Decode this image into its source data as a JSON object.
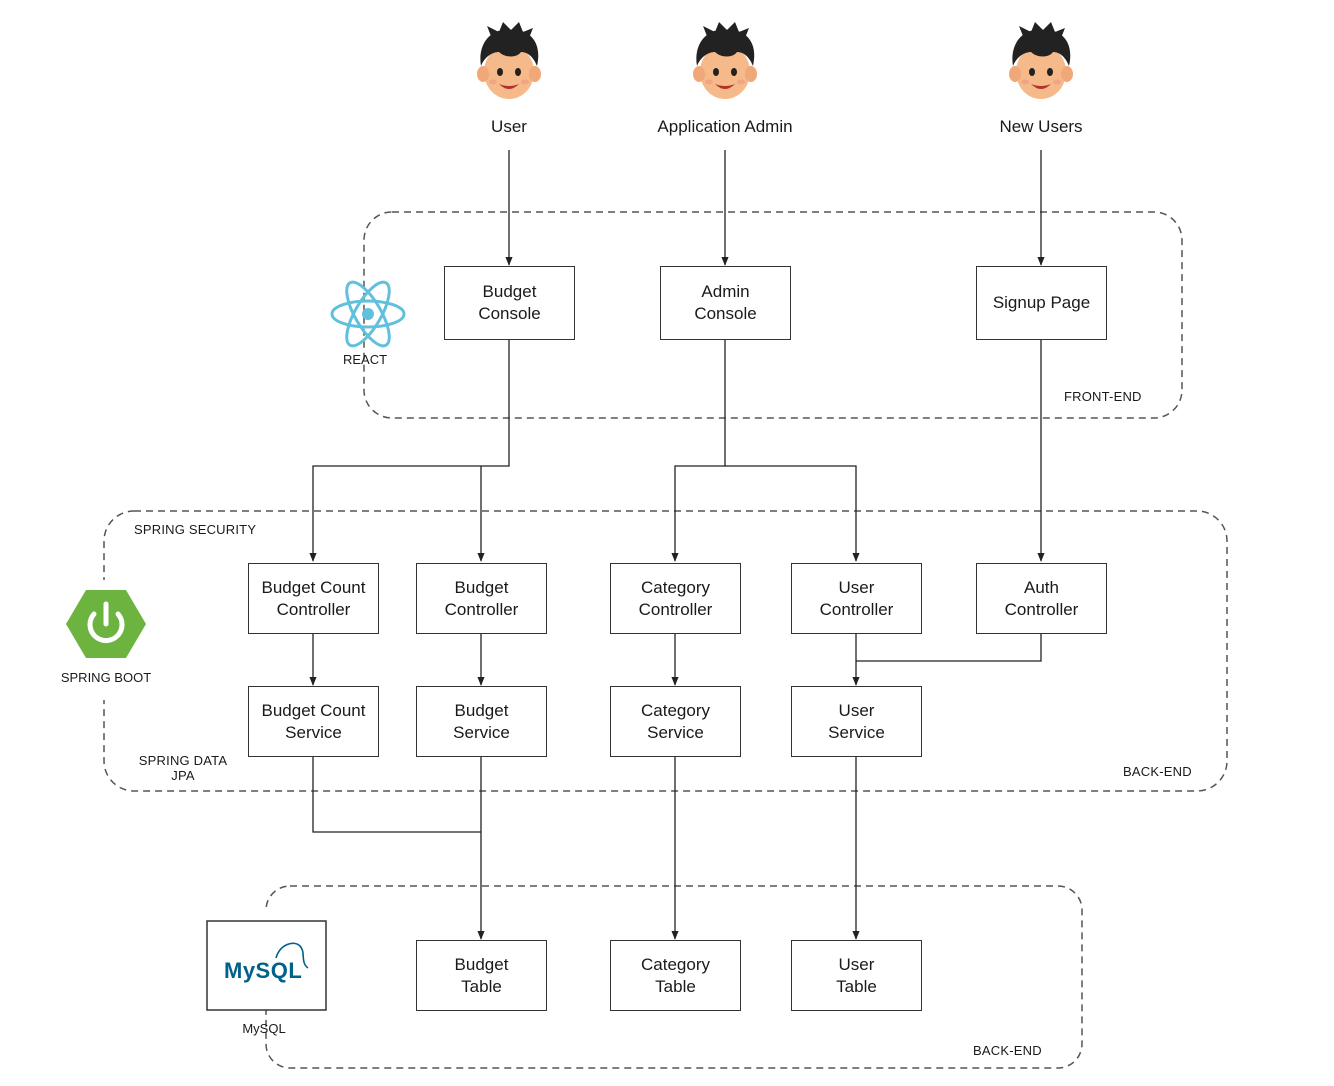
{
  "actors": {
    "user": "User",
    "admin": "Application Admin",
    "new_users": "New Users"
  },
  "groups": {
    "frontend": "FRONT-END",
    "backend": "BACK-END",
    "database": "BACK-END",
    "spring_security": "SPRING SECURITY",
    "spring_data_jpa": "SPRING DATA\nJPA"
  },
  "logos": {
    "react": "REACT",
    "spring_boot": "SPRING BOOT",
    "mysql": "MySQL",
    "mysql_wordmark": "MySQL"
  },
  "nodes": {
    "budget_console": "Budget\nConsole",
    "admin_console": "Admin\nConsole",
    "signup_page": "Signup Page",
    "budget_count_controller": "Budget Count\nController",
    "budget_controller": "Budget\nController",
    "category_controller": "Category\nController",
    "user_controller": "User\nController",
    "auth_controller": "Auth\nController",
    "budget_count_service": "Budget Count\nService",
    "budget_service": "Budget\nService",
    "category_service": "Category\nService",
    "user_service": "User\nService",
    "budget_table": "Budget\nTable",
    "category_table": "Category\nTable",
    "user_table": "User\nTable"
  },
  "colors": {
    "react": "#61c0dd",
    "spring": "#6db33f",
    "mysql_blue": "#00618a",
    "mysql_orange": "#e48e00",
    "avatar_skin": "#f5b98a",
    "avatar_hair": "#222222"
  }
}
